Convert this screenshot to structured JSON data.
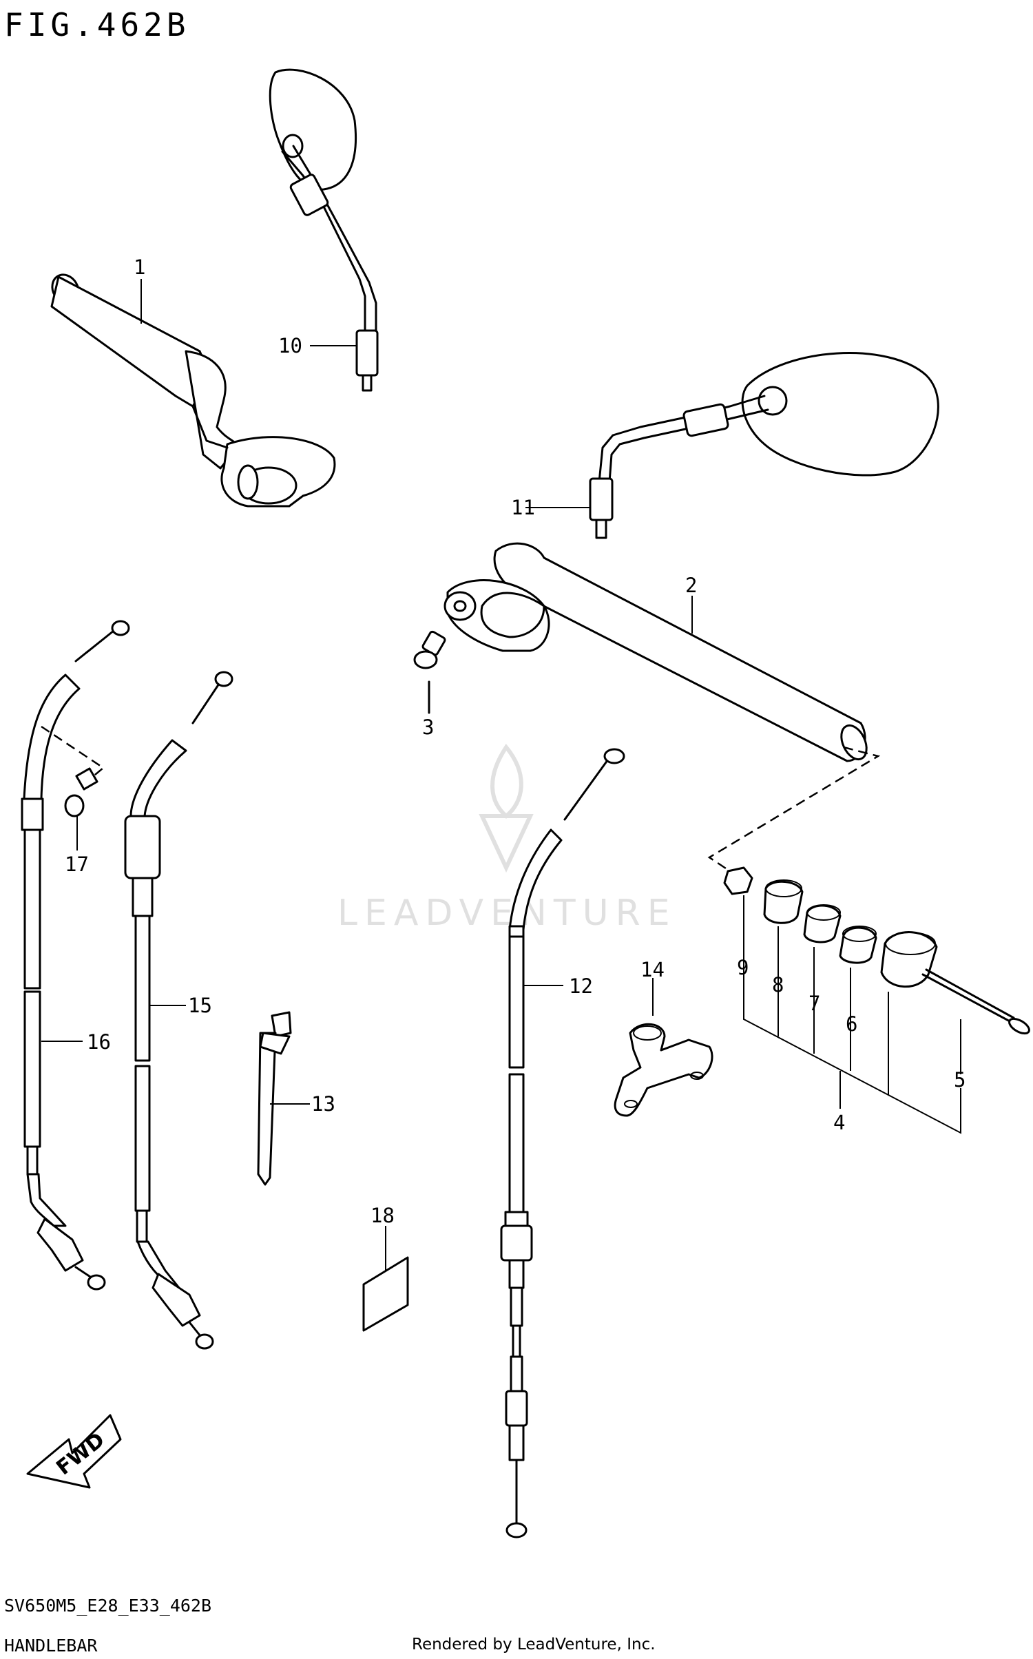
{
  "figure": {
    "title": "FIG.462B",
    "model_code": "SV650M5_E28_E33_462B",
    "section_name": "HANDLEBAR",
    "render_credit": "Rendered by LeadVenture, Inc.",
    "watermark": "LEADVENTURE",
    "direction_label": "FWD"
  },
  "callouts": [
    {
      "id": "callout-1",
      "label": "1",
      "part": "left-handlebar"
    },
    {
      "id": "callout-2",
      "label": "2",
      "part": "right-handlebar"
    },
    {
      "id": "callout-3",
      "label": "3",
      "part": "handlebar-bolt"
    },
    {
      "id": "callout-4",
      "label": "4",
      "part": "balancer-set"
    },
    {
      "id": "callout-5",
      "label": "5",
      "part": "balancer-screw"
    },
    {
      "id": "callout-6",
      "label": "6",
      "part": "balancer-spacer"
    },
    {
      "id": "callout-7",
      "label": "7",
      "part": "balancer-spacer"
    },
    {
      "id": "callout-8",
      "label": "8",
      "part": "balancer-spacer"
    },
    {
      "id": "callout-9",
      "label": "9",
      "part": "balancer-nut"
    },
    {
      "id": "callout-10",
      "label": "10",
      "part": "left-mirror"
    },
    {
      "id": "callout-11",
      "label": "11",
      "part": "right-mirror"
    },
    {
      "id": "callout-12",
      "label": "12",
      "part": "clutch-cable"
    },
    {
      "id": "callout-13",
      "label": "13",
      "part": "cable-tie"
    },
    {
      "id": "callout-14",
      "label": "14",
      "part": "cable-guide"
    },
    {
      "id": "callout-15",
      "label": "15",
      "part": "throttle-cable-2"
    },
    {
      "id": "callout-16",
      "label": "16",
      "part": "throttle-cable-1"
    },
    {
      "id": "callout-17",
      "label": "17",
      "part": "screw"
    },
    {
      "id": "callout-18",
      "label": "18",
      "part": "label"
    }
  ]
}
